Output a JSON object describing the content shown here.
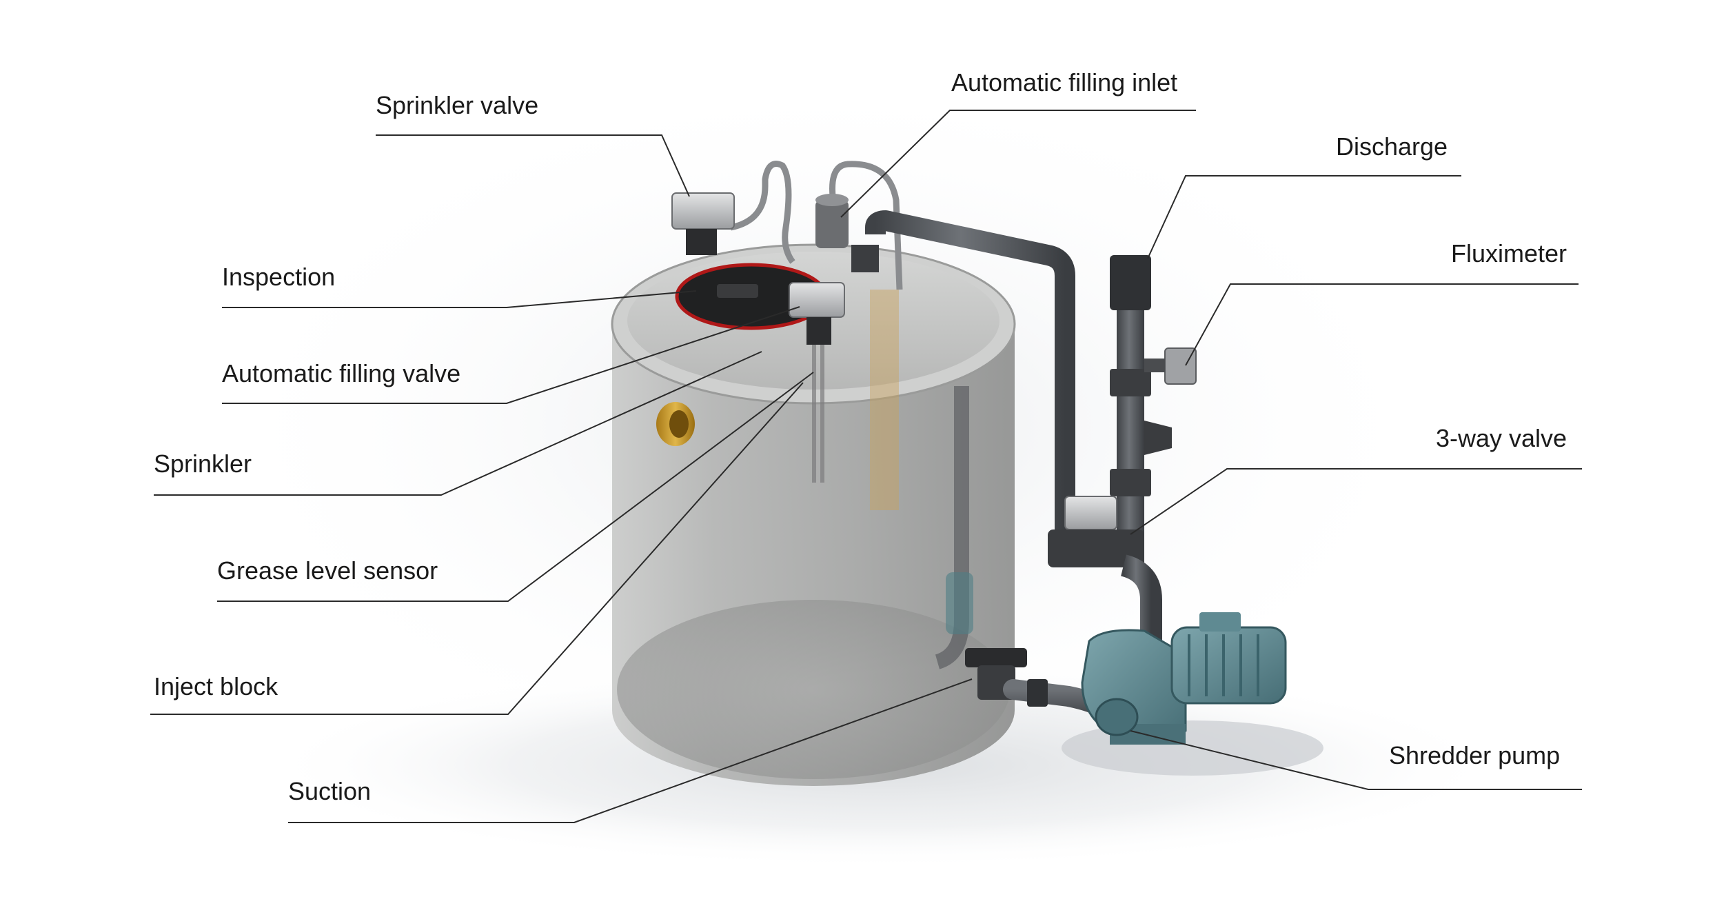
{
  "labels": {
    "sprinkler_valve": "Sprinkler valve",
    "automatic_filling_inlet": "Automatic filling inlet",
    "discharge": "Discharge",
    "fluximeter": "Fluximeter",
    "inspection": "Inspection",
    "automatic_filling_valve": "Automatic filling valve",
    "sprinkler": "Sprinkler",
    "grease_level_sensor": "Grease level sensor",
    "inject_block": "Inject block",
    "suction": "Suction",
    "three_way_valve": "3-way valve",
    "shredder_pump": "Shredder pump"
  },
  "colors": {
    "tank_body": "#a9aaa9",
    "pipe": "#5a5d61",
    "pump": "#5f8a92",
    "inspection_ring": "#b01818",
    "brass_inlet": "#c79a2a",
    "leader_line": "#2a2a2a",
    "label_text": "#1a1a1a"
  }
}
